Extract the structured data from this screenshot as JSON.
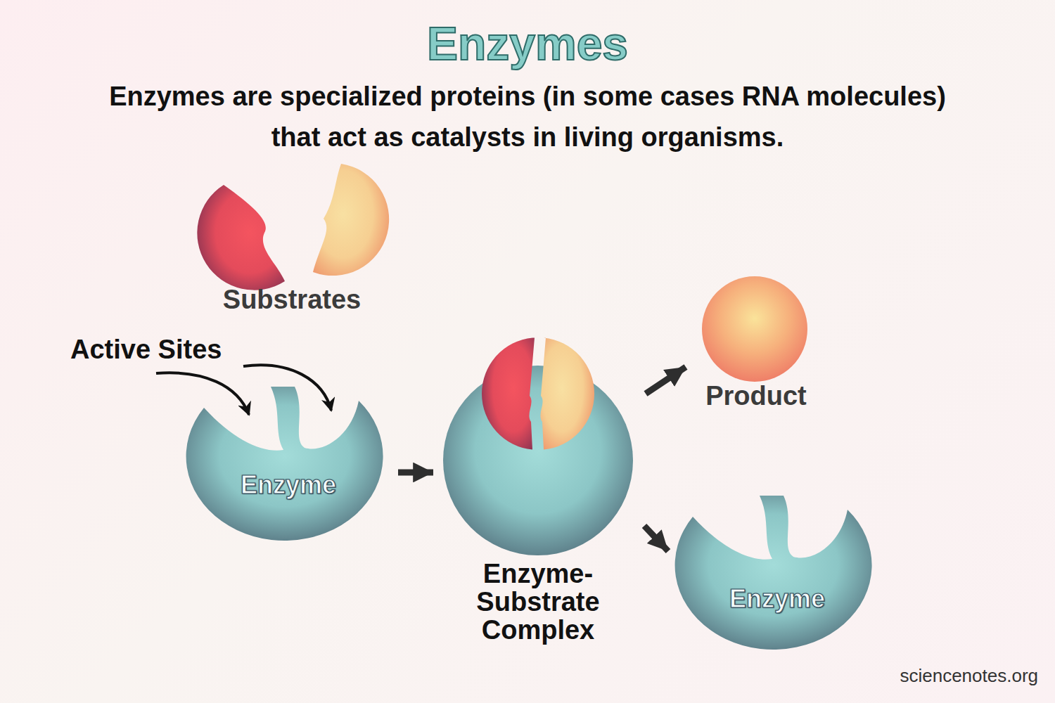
{
  "diagram": {
    "title": "Enzymes",
    "nodes": [
      {
        "text": [
          "Substrates"
        ]
      },
      {
        "text": [
          "Enzyme"
        ]
      },
      {
        "text": [
          "Enzyme- Substrate Complex"
        ]
      },
      {
        "text": [
          "Product"
        ]
      },
      {
        "text": [
          "Enzyme"
        ]
      }
    ],
    "edges": [
      {
        "from": 1,
        "to": 2,
        "arrow": "to"
      },
      {
        "from": 2,
        "to": 3,
        "arrow": "to"
      },
      {
        "from": 2,
        "to": 4,
        "arrow": "to"
      }
    ],
    "labels": [
      "Enzymes are specialized proteins (in some cases RNA molecules) that act as catalysts in living organisms.",
      "Active Sites",
      "sciencenotes.org"
    ]
  }
}
